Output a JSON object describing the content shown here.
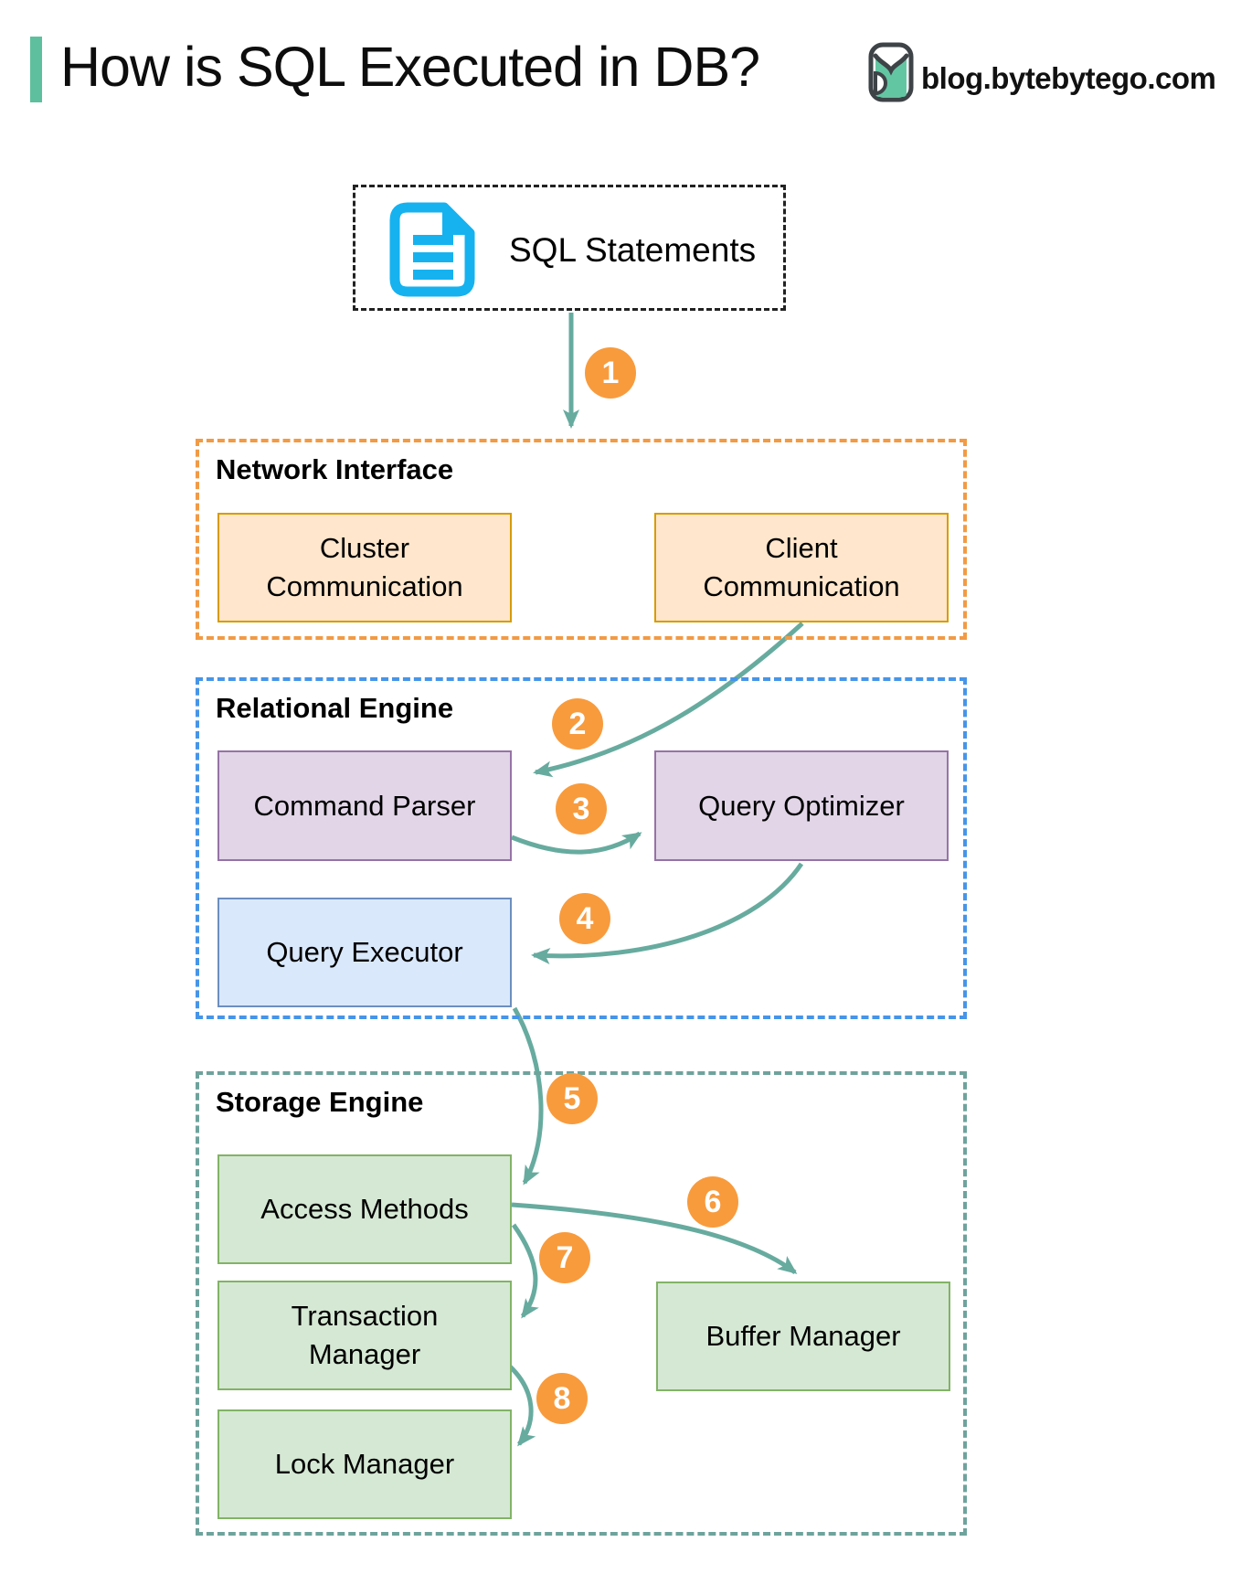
{
  "diagram": {
    "title": "How is SQL Executed in DB?",
    "brand": "blog.bytebytego.com",
    "source_box": {
      "label": "SQL Statements",
      "icon": "document-icon"
    },
    "sections": {
      "network": {
        "title": "Network Interface",
        "boxes": {
          "cluster": {
            "label": "Cluster Communication"
          },
          "client": {
            "label": "Client Communication"
          }
        }
      },
      "relational": {
        "title": "Relational Engine",
        "boxes": {
          "parser": {
            "label": "Command Parser"
          },
          "optimizer": {
            "label": "Query Optimizer"
          },
          "executor": {
            "label": "Query Executor"
          }
        }
      },
      "storage": {
        "title": "Storage Engine",
        "boxes": {
          "access": {
            "label": "Access Methods"
          },
          "transaction": {
            "label": "Transaction Manager"
          },
          "buffer": {
            "label": "Buffer Manager"
          },
          "lock": {
            "label": "Lock Manager"
          }
        }
      }
    },
    "steps": [
      {
        "number": "1",
        "from": "SQL Statements",
        "to": "Network Interface"
      },
      {
        "number": "2",
        "from": "Client Communication",
        "to": "Command Parser"
      },
      {
        "number": "3",
        "from": "Command Parser",
        "to": "Query Optimizer"
      },
      {
        "number": "4",
        "from": "Query Optimizer",
        "to": "Query Executor"
      },
      {
        "number": "5",
        "from": "Query Executor",
        "to": "Access Methods"
      },
      {
        "number": "6",
        "from": "Access Methods",
        "to": "Buffer Manager"
      },
      {
        "number": "7",
        "from": "Access Methods",
        "to": "Transaction Manager"
      },
      {
        "number": "8",
        "from": "Transaction Manager",
        "to": "Lock Manager"
      }
    ],
    "colors": {
      "accent_bar": "#5DBF9D",
      "arrow": "#67AB9F",
      "step_badge": "#F89B3D",
      "sql_box_dash": "#222222",
      "doc_icon": "#16B2F0",
      "network_border": "#F29A44",
      "network_box_fill": "#FFE6CC",
      "network_box_border": "#D79B00",
      "relational_border": "#4695E8",
      "purple_box_fill": "#E1D5E7",
      "purple_box_border": "#9673A6",
      "blue_box_fill": "#DAE8FC",
      "blue_box_border": "#6C8EBF",
      "storage_border": "#6EA39C",
      "green_box_fill": "#D5E8D4",
      "green_box_border": "#82B366",
      "logo_green": "#63C6A3",
      "logo_dark": "#3E4347"
    }
  }
}
